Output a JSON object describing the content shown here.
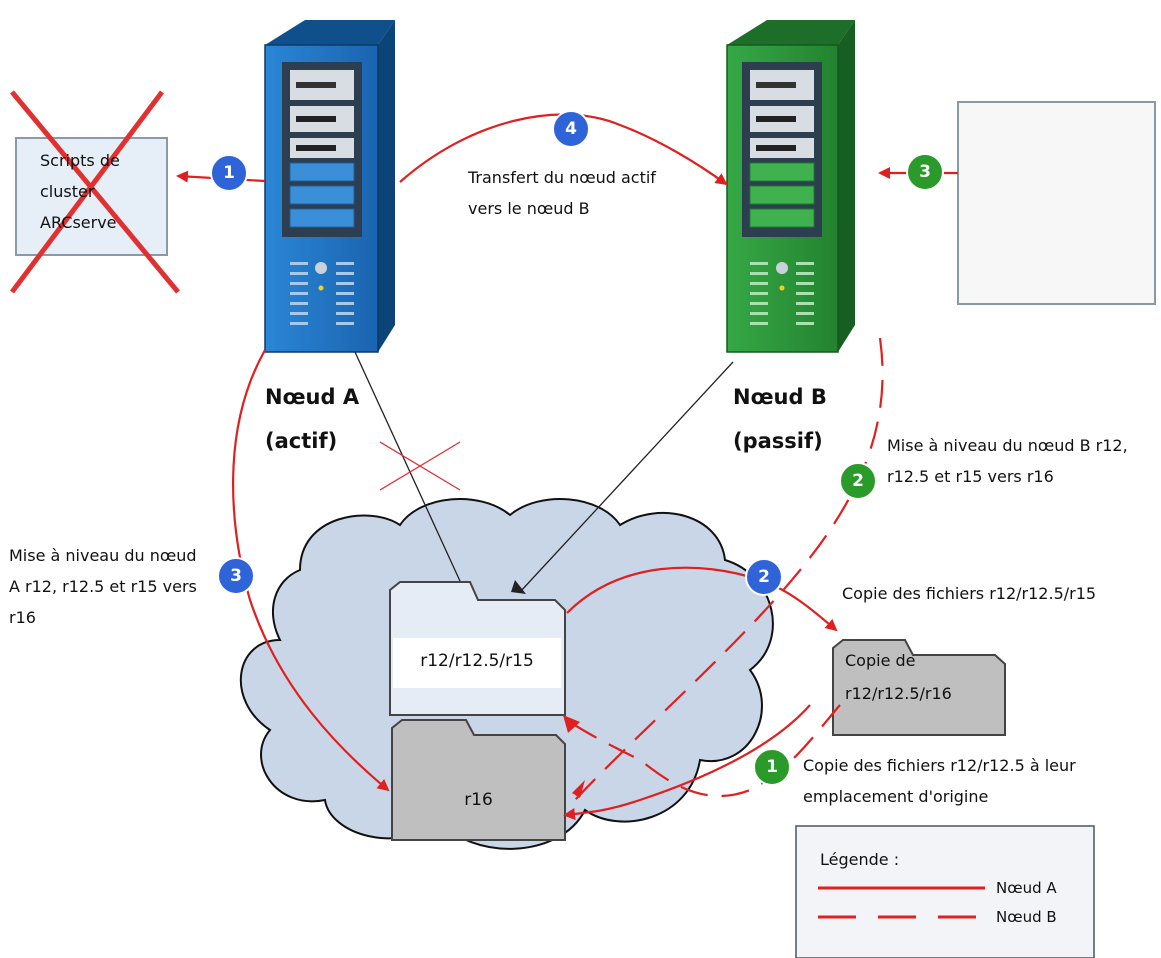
{
  "scripts_box": {
    "text": "Scripts de cluster ARCserve"
  },
  "node_a": {
    "label": "Nœud A",
    "state": "(actif)"
  },
  "node_b": {
    "label": "Nœud B",
    "state": "(passif)"
  },
  "transfer_text": "Transfert du nœud actif vers le nœud B",
  "upgrade_a_text": "Mise à niveau du nœud A r12, r12.5 et r15 vers r16",
  "upgrade_b_text": "Mise à niveau du nœud B r12, r12.5 et r15 vers r16",
  "copy_files_text": "Copie des fichiers r12/r12.5/r15",
  "restore_text": "Copie des fichiers r12/r12.5 à leur emplacement d'origine",
  "folders": {
    "old": "r12/r12.5/r15",
    "new": "r16",
    "copy_line1": "Copie de",
    "copy_line2": "r12/r12.5/r16"
  },
  "steps": {
    "s1_blue": "1",
    "s2_blue": "2",
    "s3_blue": "3",
    "s4_blue": "4",
    "s1_green": "1",
    "s2_green": "2",
    "s3_green": "3"
  },
  "legend": {
    "title": "Légende :",
    "solid": "Nœud A",
    "dashed": "Nœud B"
  },
  "colors": {
    "node_a_server": "#1e78c8",
    "node_b_server": "#2a9a3a",
    "arrow": "#e02020",
    "blue_badge": "#2f64d8",
    "green_badge": "#2a9a2a",
    "cloud": "#c9d6e8"
  }
}
